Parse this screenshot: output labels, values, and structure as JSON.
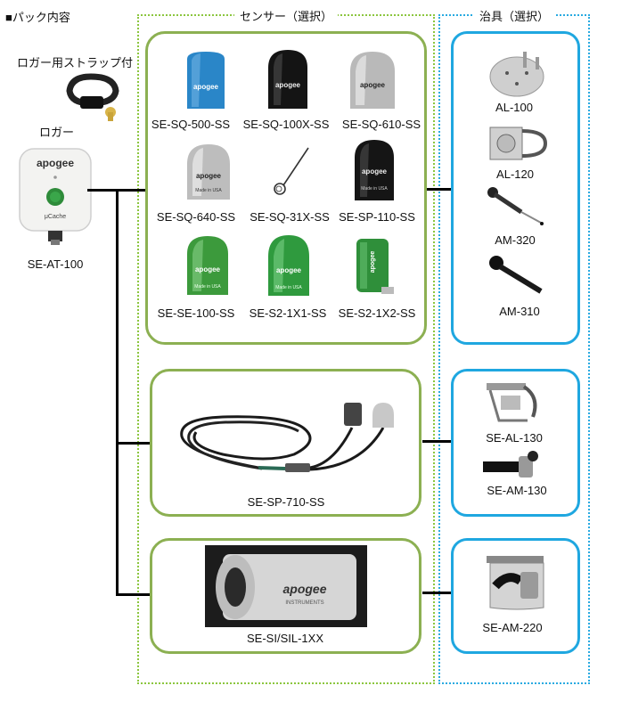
{
  "pack_title": "■パック内容",
  "logger": {
    "strap_label": "ロガー用ストラップ付",
    "logger_label": "ロガー",
    "model": "SE-AT-100",
    "device_brand": "apogee",
    "device_text": "μCache"
  },
  "sensors_group_title": "センサー（選択）",
  "fixtures_group_title": "治具（選択）",
  "sensors": [
    "SE-SQ-500-SS",
    "SE-SQ-100X-SS",
    "SE-SQ-610-SS",
    "SE-SQ-640-SS",
    "SE-SQ-31X-SS",
    "SE-SP-110-SS",
    "SE-SE-100-SS",
    "SE-S2-1X1-SS",
    "SE-S2-1X2-SS"
  ],
  "sensor_sp710": "SE-SP-710-SS",
  "sensor_si": "SE-SI/SIL-1XX",
  "fixtures_top": [
    "AL-100",
    "AL-120",
    "AM-320",
    "AM-310"
  ],
  "fixtures_mid": [
    "SE-AL-130",
    "SE-AM-130"
  ],
  "fixture_bottom": "SE-AM-220",
  "brand": "apogee",
  "brand_sub": "INSTRUMENTS",
  "made_in": "Made in USA",
  "colors": {
    "green_border": "#8cb052",
    "blue_border": "#1fa7e0",
    "dotted_green": "#8cc63f",
    "dotted_blue": "#29aae1"
  }
}
